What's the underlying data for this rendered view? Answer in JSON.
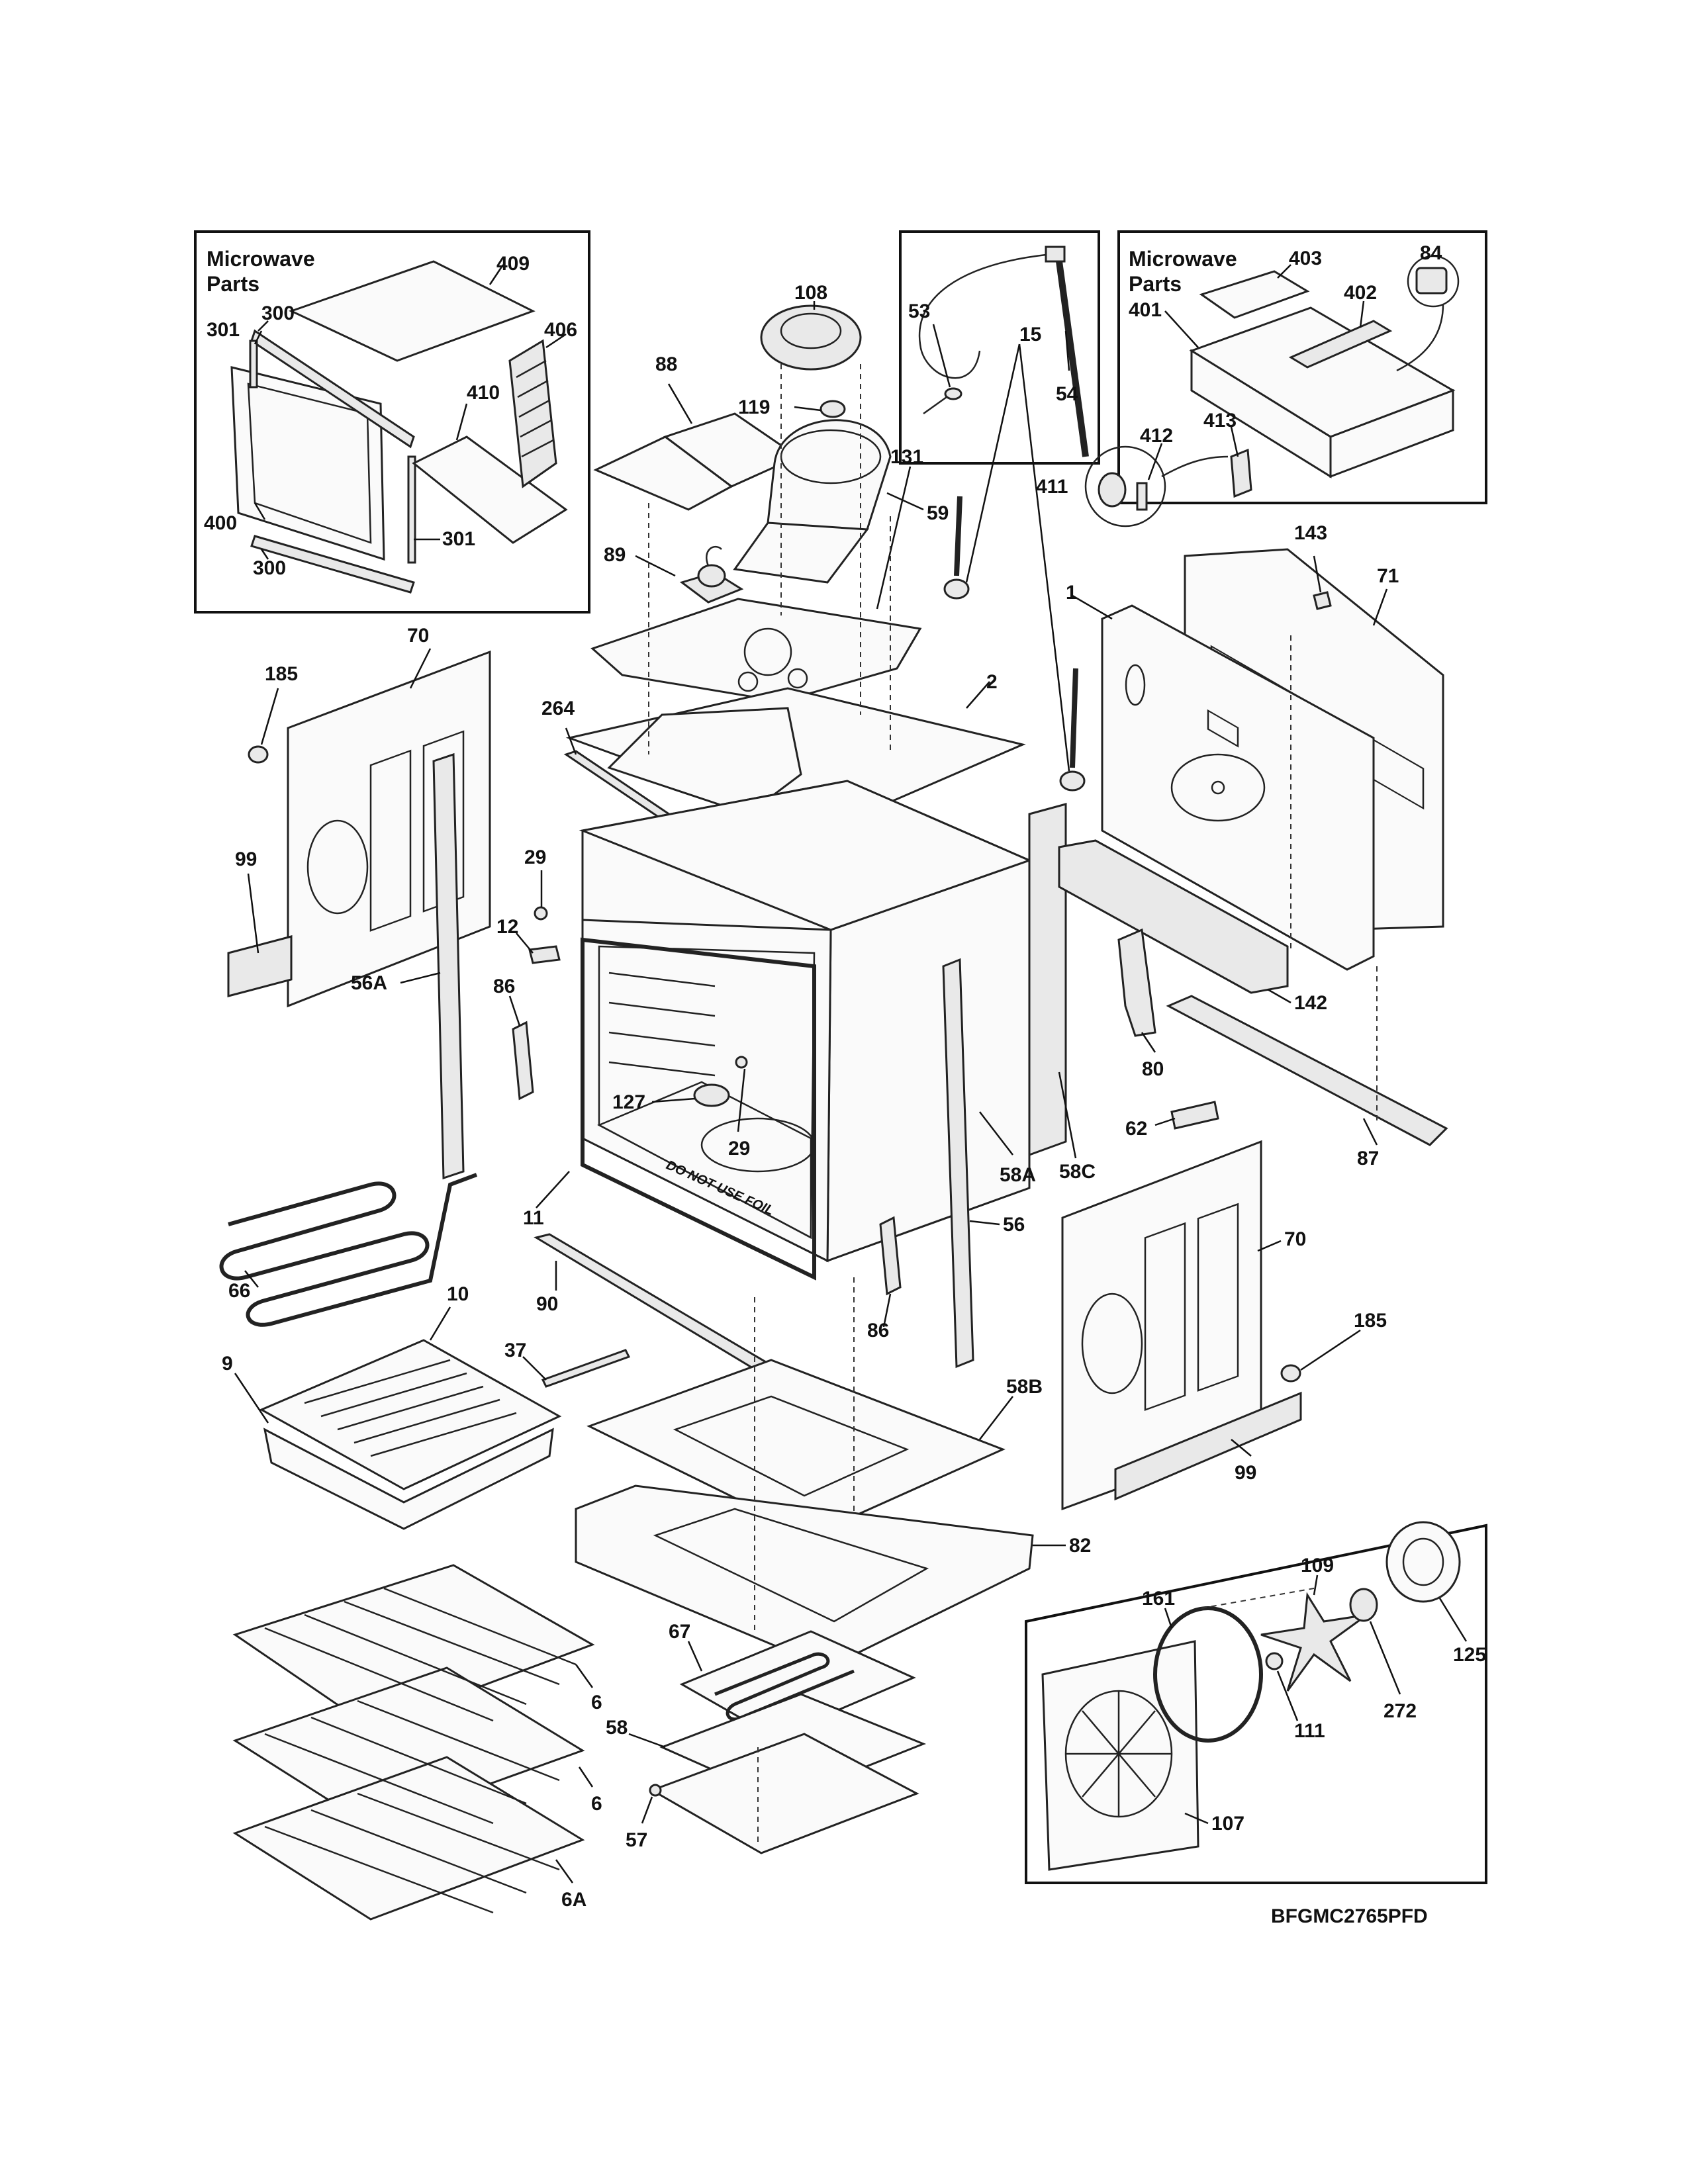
{
  "diagram": {
    "code": "BFGMC2765PFD",
    "foil_warning": "DO NOT USE FOIL",
    "inset_microwave_left": {
      "title_line1": "Microwave",
      "title_line2": "Parts"
    },
    "inset_microwave_right": {
      "title_line1": "Microwave",
      "title_line2": "Parts"
    },
    "callouts": {
      "c409": "409",
      "c300a": "300",
      "c301a": "301",
      "c406": "406",
      "c410": "410",
      "c400": "400",
      "c301b": "301",
      "c300b": "300",
      "c108": "108",
      "c88": "88",
      "c119": "119",
      "c59": "59",
      "c89": "89",
      "c131": "131",
      "c53": "53",
      "c54": "54",
      "c403": "403",
      "c402": "402",
      "c84": "84",
      "c401": "401",
      "c413": "413",
      "c412": "412",
      "c411": "411",
      "c143": "143",
      "c1": "1",
      "c71": "71",
      "c15": "15",
      "c2": "2",
      "c264": "264",
      "c70a": "70",
      "c185a": "185",
      "c99a": "99",
      "c56A": "56A",
      "c29a": "29",
      "c12": "12",
      "c86a": "86",
      "c127": "127",
      "c29b": "29",
      "c142": "142",
      "c80": "80",
      "c58C": "58C",
      "c62": "62",
      "c58A": "58A",
      "c87": "87",
      "c11": "11",
      "c66": "66",
      "c56": "56",
      "c90": "90",
      "c86b": "86",
      "c70b": "70",
      "c185b": "185",
      "c99b": "99",
      "c10": "10",
      "c37": "37",
      "c9": "9",
      "c58B": "58B",
      "c82": "82",
      "c6a": "6",
      "c6b": "6",
      "c6A": "6A",
      "c67": "67",
      "c58": "58",
      "c57": "57",
      "c109": "109",
      "c161": "161",
      "c125": "125",
      "c111": "111",
      "c272": "272",
      "c107": "107"
    }
  }
}
